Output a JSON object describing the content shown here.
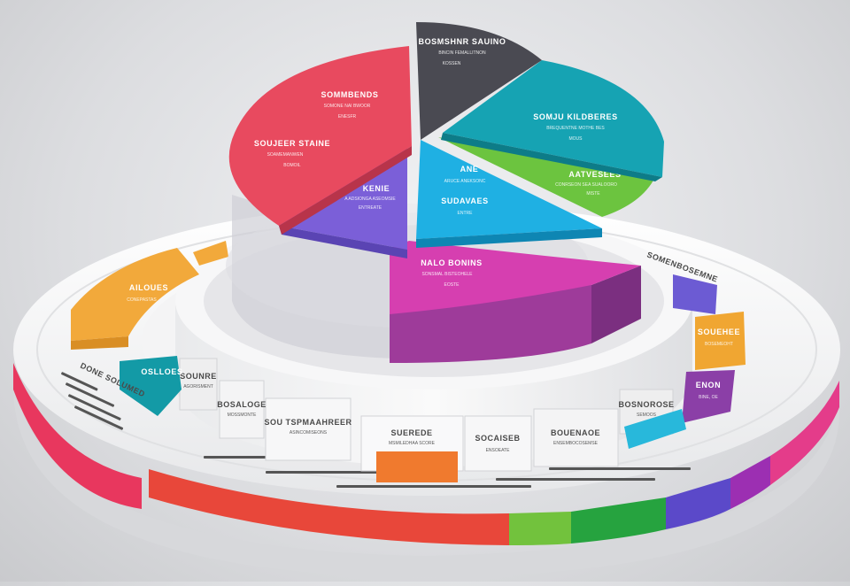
{
  "diagram": {
    "slices": [
      {
        "id": "red",
        "title": "SOMMBENDS",
        "sub1": "SOMONE NAI BWOOR",
        "sub2": "ENESFR",
        "color": "#e84a5f"
      },
      {
        "id": "red-inner",
        "title": "SOUJEER STAINE",
        "sub1": "SOAMEMANWEN",
        "sub2": "BOMOIL"
      },
      {
        "id": "dark",
        "title": "BOSMSHNR SAUINO",
        "sub1": "BINCIN FEMALLITNON",
        "sub2": "KOSSEN",
        "color": "#4a4a52"
      },
      {
        "id": "teal",
        "title": "SOMJU KILDBERES",
        "sub1": "BREQUENTNE MOTHE BES",
        "sub2": "MOUS",
        "color": "#16a3b3"
      },
      {
        "id": "green",
        "title": "AATVESEES",
        "sub1": "CONRSEON SEA SUALOORO",
        "sub2": "MISTE",
        "color": "#6cc43f"
      },
      {
        "id": "purple",
        "title": "KENIE",
        "sub1": "A ADSIONGA ASEOMSIE",
        "sub2": "ENTREATE",
        "color": "#7b5fd8"
      },
      {
        "id": "blue",
        "title": "SUDAVAES",
        "sub1": "ARUCE ANEKSONC",
        "sub2": "ENTRE",
        "color": "#1fb0e3",
        "extra": "ANE"
      },
      {
        "id": "magenta",
        "title": "NALO BONINS",
        "sub1": "SONSMAL BISTEOHELE",
        "sub2": "EOSTE",
        "color": "#d63fb0"
      }
    ],
    "ring_blocks": [
      {
        "id": "orange",
        "title": "AILOUES",
        "sub": "CONEPASTAS",
        "color": "#f2a93b"
      },
      {
        "id": "teal-block",
        "title": "OSLLOES",
        "color": "#139aa6"
      },
      {
        "id": "amber-block",
        "title": "SOUEHEE",
        "sub": "BOSEMEOHT",
        "color": "#f0a632"
      },
      {
        "id": "violet-block",
        "title": "ENON",
        "sub": "BINE, OE",
        "color": "#8b3fa7"
      }
    ],
    "panels": [
      {
        "title": "SOUNRE",
        "sub": "AGORISMENT"
      },
      {
        "title": "BOSALOGE",
        "sub": "MOSSMONTE"
      },
      {
        "title": "SOU TSPMAAHREER",
        "sub": "ASINCOMISEONS"
      },
      {
        "title": "SUEREDE",
        "sub": "MSMILEDHAA SCORE"
      },
      {
        "title": "SOCAISEB",
        "sub": "ENSOEATE"
      },
      {
        "title": "BOUENAOE",
        "sub": "ENSEMBOCOSEMSE"
      },
      {
        "title": "BOSNOROSE",
        "sub": "SEMOOS"
      }
    ],
    "base_stripes": [
      "#e83a6a",
      "#e84a3a",
      "#72c23d",
      "#26a33f",
      "#5b49c9",
      "#9c2fb2",
      "#e43c8a"
    ],
    "side_notes": [
      {
        "id": "left-note",
        "text": "DONE SOLUMED"
      },
      {
        "id": "right-note",
        "text": "SOMENBOSEMNE"
      }
    ]
  }
}
